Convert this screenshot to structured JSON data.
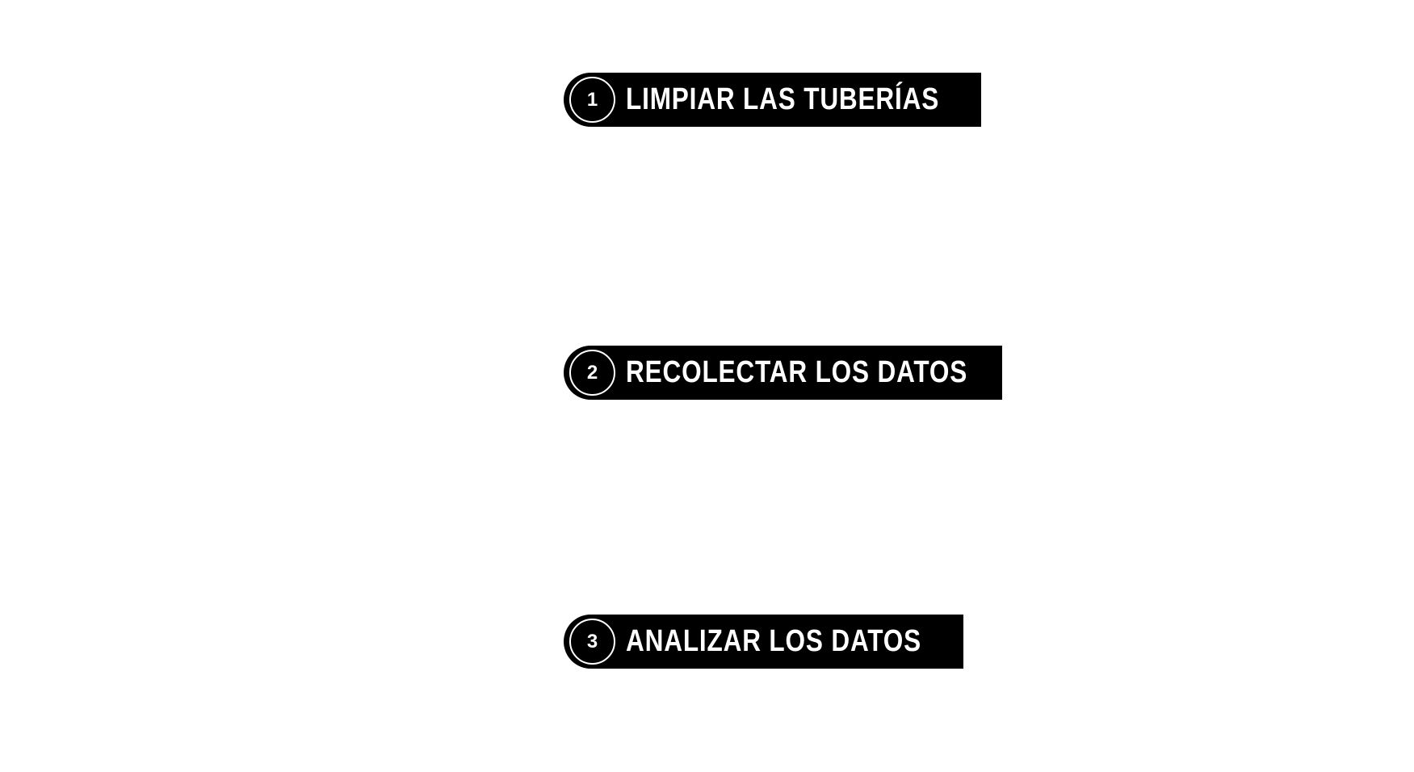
{
  "colors": {
    "pill_background": "#000000",
    "text": "#ffffff",
    "page_background": "#ffffff"
  },
  "steps": [
    {
      "number": "1",
      "label": "LIMPIAR LAS TUBERÍAS"
    },
    {
      "number": "2",
      "label": "RECOLECTAR LOS DATOS"
    },
    {
      "number": "3",
      "label": "ANALIZAR LOS DATOS"
    }
  ]
}
